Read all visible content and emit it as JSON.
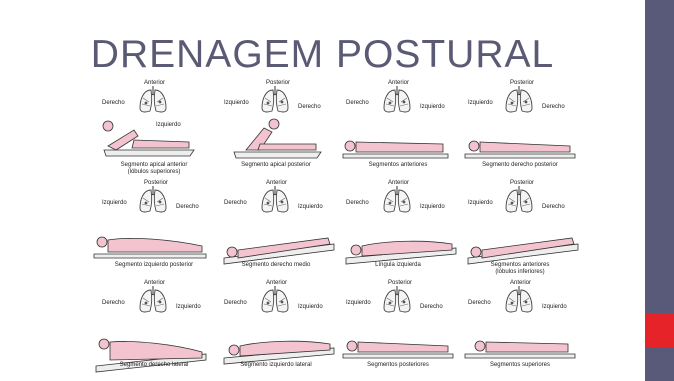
{
  "slide": {
    "top_text": "",
    "title": "DRENAGEM POSTURAL"
  },
  "figures": [
    {
      "orient": "Anterior",
      "left": "Derecho",
      "right": "",
      "bottom": "Izquierdo",
      "caption": "Segmento apical anterior",
      "caption2": "(lóbulos superiores)"
    },
    {
      "orient": "Posterior",
      "left": "Izquierdo",
      "right": "Derecho",
      "bottom": "",
      "caption": "Segmento apical posterior",
      "caption2": ""
    },
    {
      "orient": "Anterior",
      "left": "Derecho",
      "right": "Izquierdo",
      "bottom": "",
      "caption": "Segmentos anteriores",
      "caption2": ""
    },
    {
      "orient": "Posterior",
      "left": "Izquierdo",
      "right": "Derecho",
      "bottom": "",
      "caption": "Segmento derecho posterior",
      "caption2": ""
    },
    {
      "orient": "Posterior",
      "left": "Izquierdo",
      "right": "Derecho",
      "bottom": "",
      "caption": "Segmento izquierdo posterior",
      "caption2": ""
    },
    {
      "orient": "Anterior",
      "left": "Derecho",
      "right": "Izquierdo",
      "bottom": "",
      "caption": "Segmento derecho medio",
      "caption2": ""
    },
    {
      "orient": "Anterior",
      "left": "Derecho",
      "right": "Izquierdo",
      "bottom": "",
      "caption": "Língula izquierda",
      "caption2": ""
    },
    {
      "orient": "Posterior",
      "left": "Izquierdo",
      "right": "Derecho",
      "bottom": "",
      "caption": "Segmentos anteriores",
      "caption2": "(lóbulos inferiores)"
    },
    {
      "orient": "Anterior",
      "left": "Derecho",
      "right": "Izquierdo",
      "bottom": "",
      "caption": "Segmento derecho lateral",
      "caption2": ""
    },
    {
      "orient": "Anterior",
      "left": "Derecho",
      "right": "Izquierdo",
      "bottom": "",
      "caption": "Segmento izquierdo lateral",
      "caption2": ""
    },
    {
      "orient": "Posterior",
      "left": "Izquierdo",
      "right": "Derecho",
      "bottom": "",
      "caption": "Segmentos posteriores",
      "caption2": ""
    },
    {
      "orient": "Anterior",
      "left": "Derecho",
      "right": "Izquierdo",
      "bottom": "",
      "caption": "Segmentos superiores",
      "caption2": ""
    }
  ],
  "colors": {
    "sidebar": "#59597a",
    "sidebar_accent": "#e52329",
    "title": "#5a5a75",
    "body_pink": "#f3c3cf"
  }
}
